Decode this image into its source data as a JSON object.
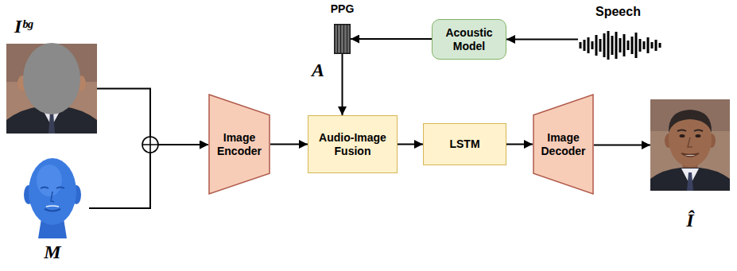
{
  "diagram": {
    "nodes": [
      {
        "text": [
          "Iᵇᵍ"
        ]
      },
      {
        "text": [
          "PPG",
          "A"
        ]
      },
      {
        "text": [
          "Acoustic Model"
        ]
      },
      {
        "text": [
          "Speech"
        ]
      },
      {
        "text": [
          "M"
        ]
      },
      {
        "text": [
          "Image Encoder"
        ]
      },
      {
        "text": [
          "Audio-Image Fusion"
        ]
      },
      {
        "text": [
          "LSTM"
        ]
      },
      {
        "text": [
          "Image Decoder"
        ]
      },
      {
        "text": [
          "Î"
        ]
      }
    ],
    "edges": [
      {
        "from": 3,
        "to": 2,
        "arrow": "to"
      },
      {
        "from": 2,
        "to": 1,
        "arrow": "to"
      },
      {
        "from": 1,
        "to": 6,
        "arrow": "to"
      },
      {
        "from": 0,
        "to": 5,
        "arrow": "to"
      },
      {
        "from": 4,
        "to": 5,
        "arrow": "to"
      },
      {
        "from": 5,
        "to": 6,
        "arrow": "to"
      },
      {
        "from": 6,
        "to": 7,
        "arrow": "to"
      },
      {
        "from": 7,
        "to": 8,
        "arrow": "to"
      },
      {
        "from": 8,
        "to": 9,
        "arrow": "to"
      }
    ]
  }
}
